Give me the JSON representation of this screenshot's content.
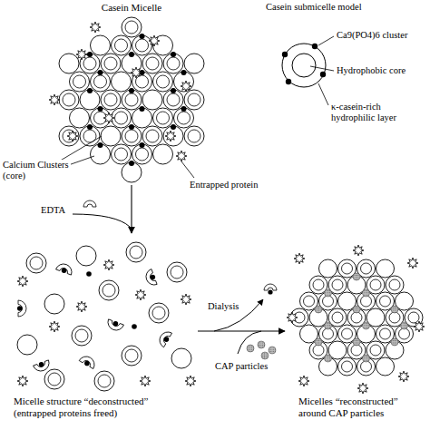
{
  "diagram": {
    "nodes": [
      {
        "text": [
          "Casein Micelle"
        ]
      },
      {
        "text": [
          "Micelle structure “deconstructed” (entrapped proteins freed)"
        ]
      },
      {
        "text": [
          "Micelles “reconstructed” around CAP particles"
        ]
      }
    ],
    "edges": [
      {
        "from": 0,
        "to": 1,
        "arrow": "to"
      },
      {
        "from": 1,
        "to": 2,
        "arrow": "to"
      }
    ],
    "labels": [
      "Casein submicelle model",
      "Ca9(PO4)6 cluster",
      "Hydrophobic core",
      "κ-casein-rich hydrophilic layer",
      "Calcium Clusters (core)",
      "Entrapped protein",
      "EDTA",
      "Dialysis",
      "CAP particles"
    ]
  }
}
